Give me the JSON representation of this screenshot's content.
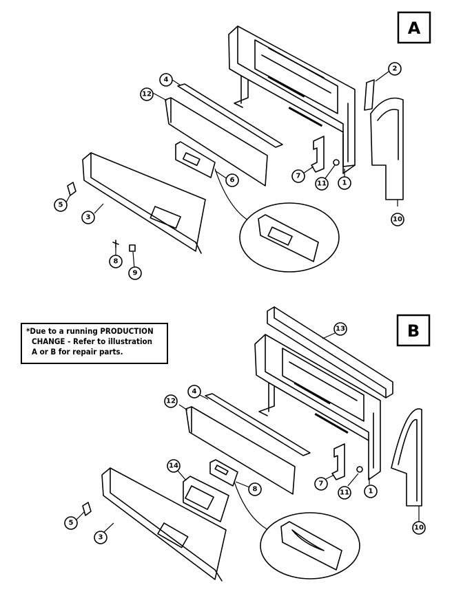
{
  "section_labels": {
    "a": "A",
    "b": "B"
  },
  "note": {
    "line1": "*Due to a running PRODUCTION",
    "line2": "CHANGE - Refer to illustration",
    "line3": "A or B for repair parts."
  },
  "callouts_a": [
    "1",
    "2",
    "3",
    "4",
    "5",
    "6",
    "7",
    "8",
    "9",
    "10",
    "11",
    "12"
  ],
  "callouts_b": [
    "1",
    "3",
    "4",
    "5",
    "7",
    "8",
    "10",
    "11",
    "12",
    "13",
    "14"
  ]
}
